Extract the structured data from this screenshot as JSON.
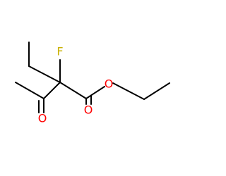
{
  "molecule": {
    "atoms": {
      "fluorine": {
        "symbol": "F",
        "color": "#c9b000"
      },
      "ester_oxygen": {
        "symbol": "O",
        "color": "#ff0000"
      },
      "carbonyl_oxygen_ester": {
        "symbol": "O",
        "color": "#ff0000"
      },
      "ketone_oxygen": {
        "symbol": "O",
        "color": "#ff0000"
      }
    },
    "bond_color": "#000000"
  }
}
